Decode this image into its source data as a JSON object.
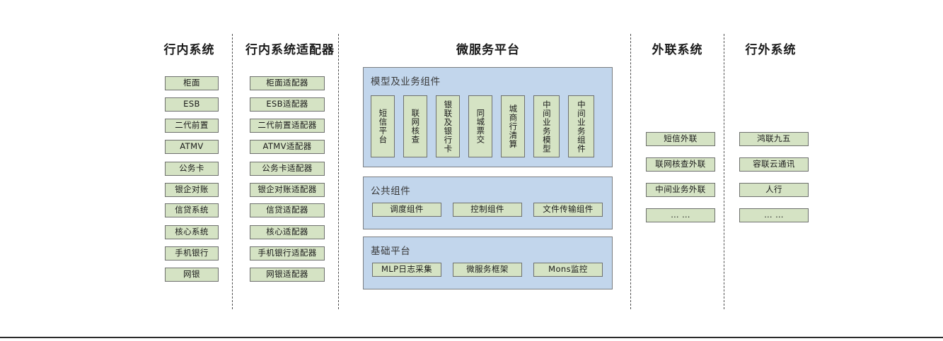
{
  "diagram": {
    "title_bank_internal": "行内系统",
    "title_bank_adapter": "行内系统适配器",
    "title_microservice": "微服务平台",
    "title_external_link": "外联系统",
    "title_outside_bank": "行外系统"
  },
  "colors": {
    "node_fill": "#d5e3c4",
    "node_border": "#6e706e",
    "panel_fill": "#c2d6ec",
    "panel_border": "#7a7d80",
    "divider": "#4d4d4d",
    "text": "#1a1a1a"
  },
  "columns": {
    "bank_internal": {
      "header": "行内系统",
      "items": [
        {
          "label": "柜面"
        },
        {
          "label": "ESB"
        },
        {
          "label": "二代前置"
        },
        {
          "label": "ATMV"
        },
        {
          "label": "公务卡"
        },
        {
          "label": "银企对账"
        },
        {
          "label": "信贷系统"
        },
        {
          "label": "核心系统"
        },
        {
          "label": "手机银行"
        },
        {
          "label": "网银"
        }
      ]
    },
    "bank_adapter": {
      "header": "行内系统适配器",
      "items": [
        {
          "label": "柜面适配器"
        },
        {
          "label": "ESB适配器"
        },
        {
          "label": "二代前置适配器"
        },
        {
          "label": "ATMV适配器"
        },
        {
          "label": "公务卡适配器"
        },
        {
          "label": "银企对账适配器"
        },
        {
          "label": "信贷适配器"
        },
        {
          "label": "核心适配器"
        },
        {
          "label": "手机银行适配器"
        },
        {
          "label": "网银适配器"
        }
      ]
    },
    "external_link": {
      "header": "外联系统",
      "items": [
        {
          "label": "短信外联"
        },
        {
          "label": "联网核查外联"
        },
        {
          "label": "中间业务外联"
        },
        {
          "label": "… …"
        }
      ]
    },
    "outside_bank": {
      "header": "行外系统",
      "items": [
        {
          "label": "鸿联九五"
        },
        {
          "label": "容联云通讯"
        },
        {
          "label": "人行"
        },
        {
          "label": "… …"
        }
      ]
    }
  },
  "microservice": {
    "header": "微服务平台",
    "panels": [
      {
        "label": "模型及业务组件",
        "orientation": "vertical",
        "items": [
          {
            "label": "短信平台"
          },
          {
            "label": "联网核查"
          },
          {
            "label": "银联及银行卡"
          },
          {
            "label": "同城票交"
          },
          {
            "label": "城商行清算"
          },
          {
            "label": "中间业务模型"
          },
          {
            "label": "中间业务组件"
          }
        ]
      },
      {
        "label": "公共组件",
        "orientation": "horizontal",
        "items": [
          {
            "label": "调度组件"
          },
          {
            "label": "控制组件"
          },
          {
            "label": "文件传输组件"
          }
        ]
      },
      {
        "label": "基础平台",
        "orientation": "horizontal",
        "items": [
          {
            "label": "MLP日志采集"
          },
          {
            "label": "微服务框架"
          },
          {
            "label": "Mons监控"
          }
        ]
      }
    ]
  }
}
